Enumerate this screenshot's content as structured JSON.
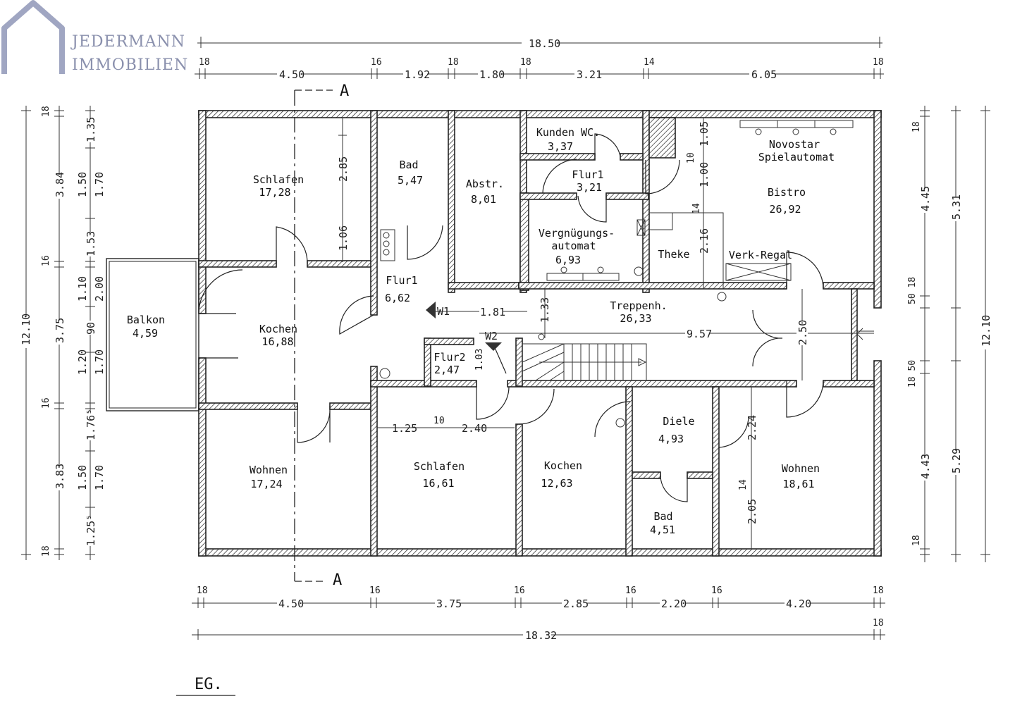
{
  "logo": {
    "line1": "JEDERMANN",
    "line2": "IMMOBILIEN",
    "color": "#8a90ad"
  },
  "plan_title": "EG.",
  "section_marker": "A",
  "top_dims": {
    "overall": "18.50",
    "wall_labels": [
      "18",
      "16",
      "18",
      "18",
      "14",
      "18"
    ],
    "segments": [
      "4.50",
      "1.92",
      "1.80",
      "3.21",
      "6.05"
    ]
  },
  "bottom_dims": {
    "overall": "18.32",
    "overall_wall": "18",
    "wall_labels": [
      "18",
      "16",
      "16",
      "16",
      "16",
      "18"
    ],
    "segments": [
      "4.50",
      "3.75",
      "2.85",
      "2.20",
      "4.20"
    ]
  },
  "left_dims": {
    "overall": "12.10",
    "outer": [
      "18",
      "3.84",
      "16",
      "3.75",
      "16",
      "3.83",
      "18"
    ],
    "inner": [
      "1.35",
      "1.50",
      "1.70",
      "1.53",
      "1.10",
      "2.00",
      "90",
      "1.20",
      "1.70",
      "1.76⁵",
      "1.50",
      "1.70",
      "1.25⁵"
    ]
  },
  "right_dims": {
    "overall": "12.10",
    "inner": [
      "18",
      "4.45",
      "50 18",
      "18 50",
      "4.43",
      "18"
    ],
    "outer": [
      "5.31",
      "5.29"
    ]
  },
  "rooms": [
    {
      "name": "Schlafen",
      "area": "17,28"
    },
    {
      "name": "Bad",
      "area": "5,47"
    },
    {
      "name": "Abstr.",
      "area": "8,01"
    },
    {
      "name": "Kunden WC.",
      "area": "3,37"
    },
    {
      "name": "Flur1",
      "area": "3,21"
    },
    {
      "name": "Vergnügungs-",
      "area": "6,93",
      "name2": "automat"
    },
    {
      "name": "Theke",
      "area": ""
    },
    {
      "name": "Bistro",
      "area": "26,92"
    },
    {
      "name": "Novostar",
      "area": "",
      "name2": "Spielautomat"
    },
    {
      "name": "Verk-Regal",
      "area": ""
    },
    {
      "name": "Balkon",
      "area": "4,59"
    },
    {
      "name": "Kochen",
      "area": "16,88"
    },
    {
      "name": "Flur1",
      "area": "6,62"
    },
    {
      "name": "Treppenh.",
      "area": "26,33"
    },
    {
      "name": "Flur2",
      "area": "2,47"
    },
    {
      "name": "Wohnen",
      "area": "17,24"
    },
    {
      "name": "Schlafen",
      "area": "16,61"
    },
    {
      "name": "Kochen",
      "area": "12,63"
    },
    {
      "name": "Diele",
      "area": "4,93"
    },
    {
      "name": "Bad",
      "area": "4,51"
    },
    {
      "name": "Wohnen",
      "area": "18,61"
    }
  ],
  "inner_dims": {
    "schlafen_h1": "2.85",
    "schlafen_h2": "1.06",
    "bistro_v1": "1.05",
    "bistro_v2": "1.00",
    "bistro_v3": "2.16",
    "bistro_w1": "10",
    "bistro_w2": "14",
    "flur_w": "1.81",
    "flur_h": "1.33",
    "treppe_w": "9.57",
    "treppe_h": "2.50",
    "flur2_h": "1.03",
    "schlafen2_a": "1.25",
    "schlafen2_b": "10",
    "schlafen2_c": "2.40",
    "wohnen2_a": "2.24",
    "wohnen2_b": "14",
    "wohnen2_c": "2.05",
    "w1": "W1",
    "w2": "W2"
  }
}
